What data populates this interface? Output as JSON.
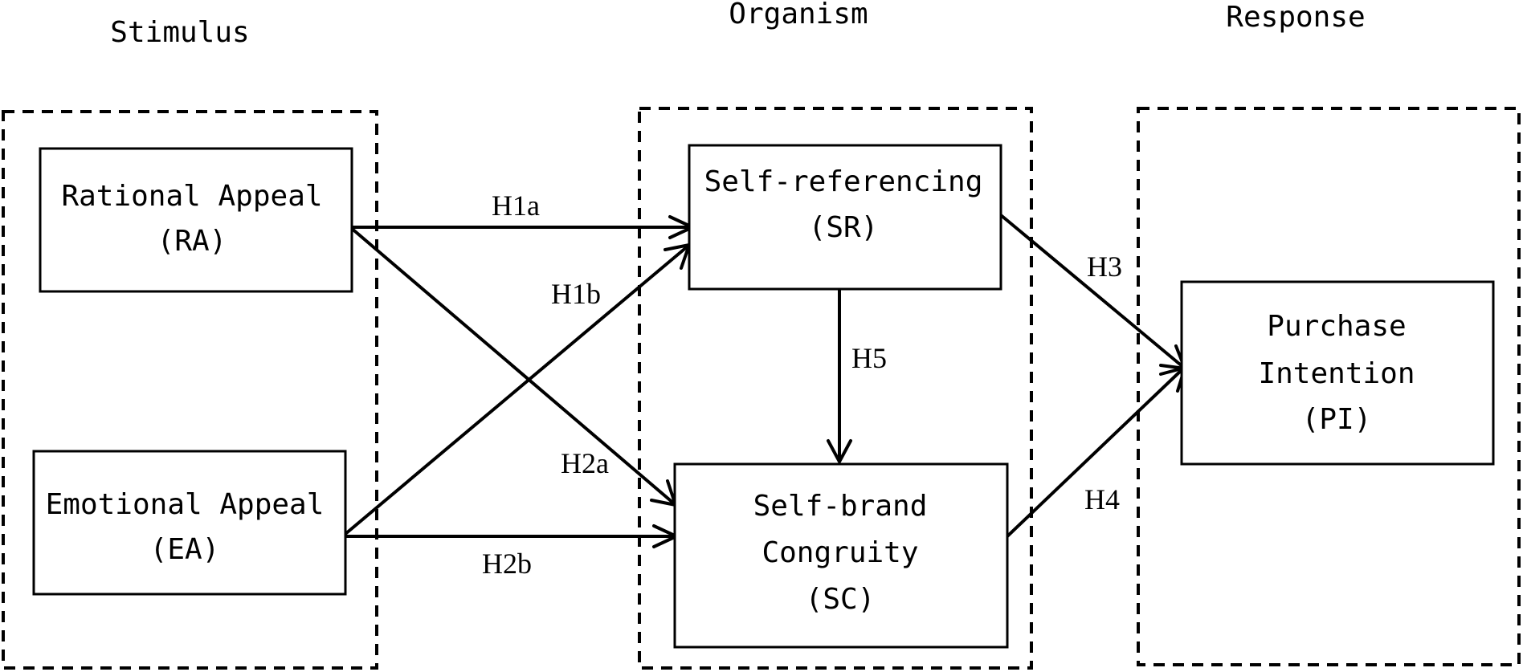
{
  "stages": {
    "stimulus": "Stimulus",
    "organism": "Organism",
    "response": "Response"
  },
  "nodes": {
    "ra": {
      "line1": "Rational Appeal",
      "line2": "(RA)"
    },
    "ea": {
      "line1": "Emotional Appeal",
      "line2": "(EA)"
    },
    "sr": {
      "line1": "Self-referencing",
      "line2": "(SR)"
    },
    "sc": {
      "line1": "Self-brand",
      "line2": "Congruity",
      "line3": "(SC)"
    },
    "pi": {
      "line1": "Purchase",
      "line2": "Intention",
      "line3": "(PI)"
    }
  },
  "hypotheses": {
    "h1a": "H1a",
    "h1b": "H1b",
    "h2a": "H2a",
    "h2b": "H2b",
    "h3": "H3",
    "h4": "H4",
    "h5": "H5"
  }
}
